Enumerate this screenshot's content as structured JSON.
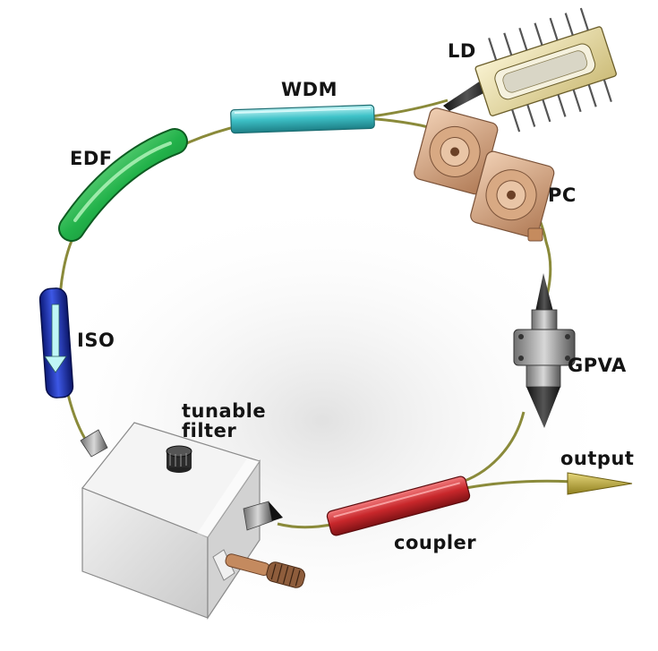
{
  "labels": {
    "ld": "LD",
    "wdm": "WDM",
    "edf": "EDF",
    "pc": "PC",
    "iso": "ISO",
    "gpva": "GPVA",
    "tunable_filter_line1": "tunable",
    "tunable_filter_line2": "filter",
    "output": "output",
    "coupler": "coupler"
  },
  "colors": {
    "fiber": "#8a8a3a",
    "wdm": "#3ec2c8",
    "edf": "#22b24a",
    "iso": "#1a2fa8",
    "coupler": "#c8272b",
    "pc": "#d7a47e",
    "ld_body": "#e9dfae",
    "filter_box": "#e6e6e6",
    "output_arrow": "#b9a83a"
  }
}
